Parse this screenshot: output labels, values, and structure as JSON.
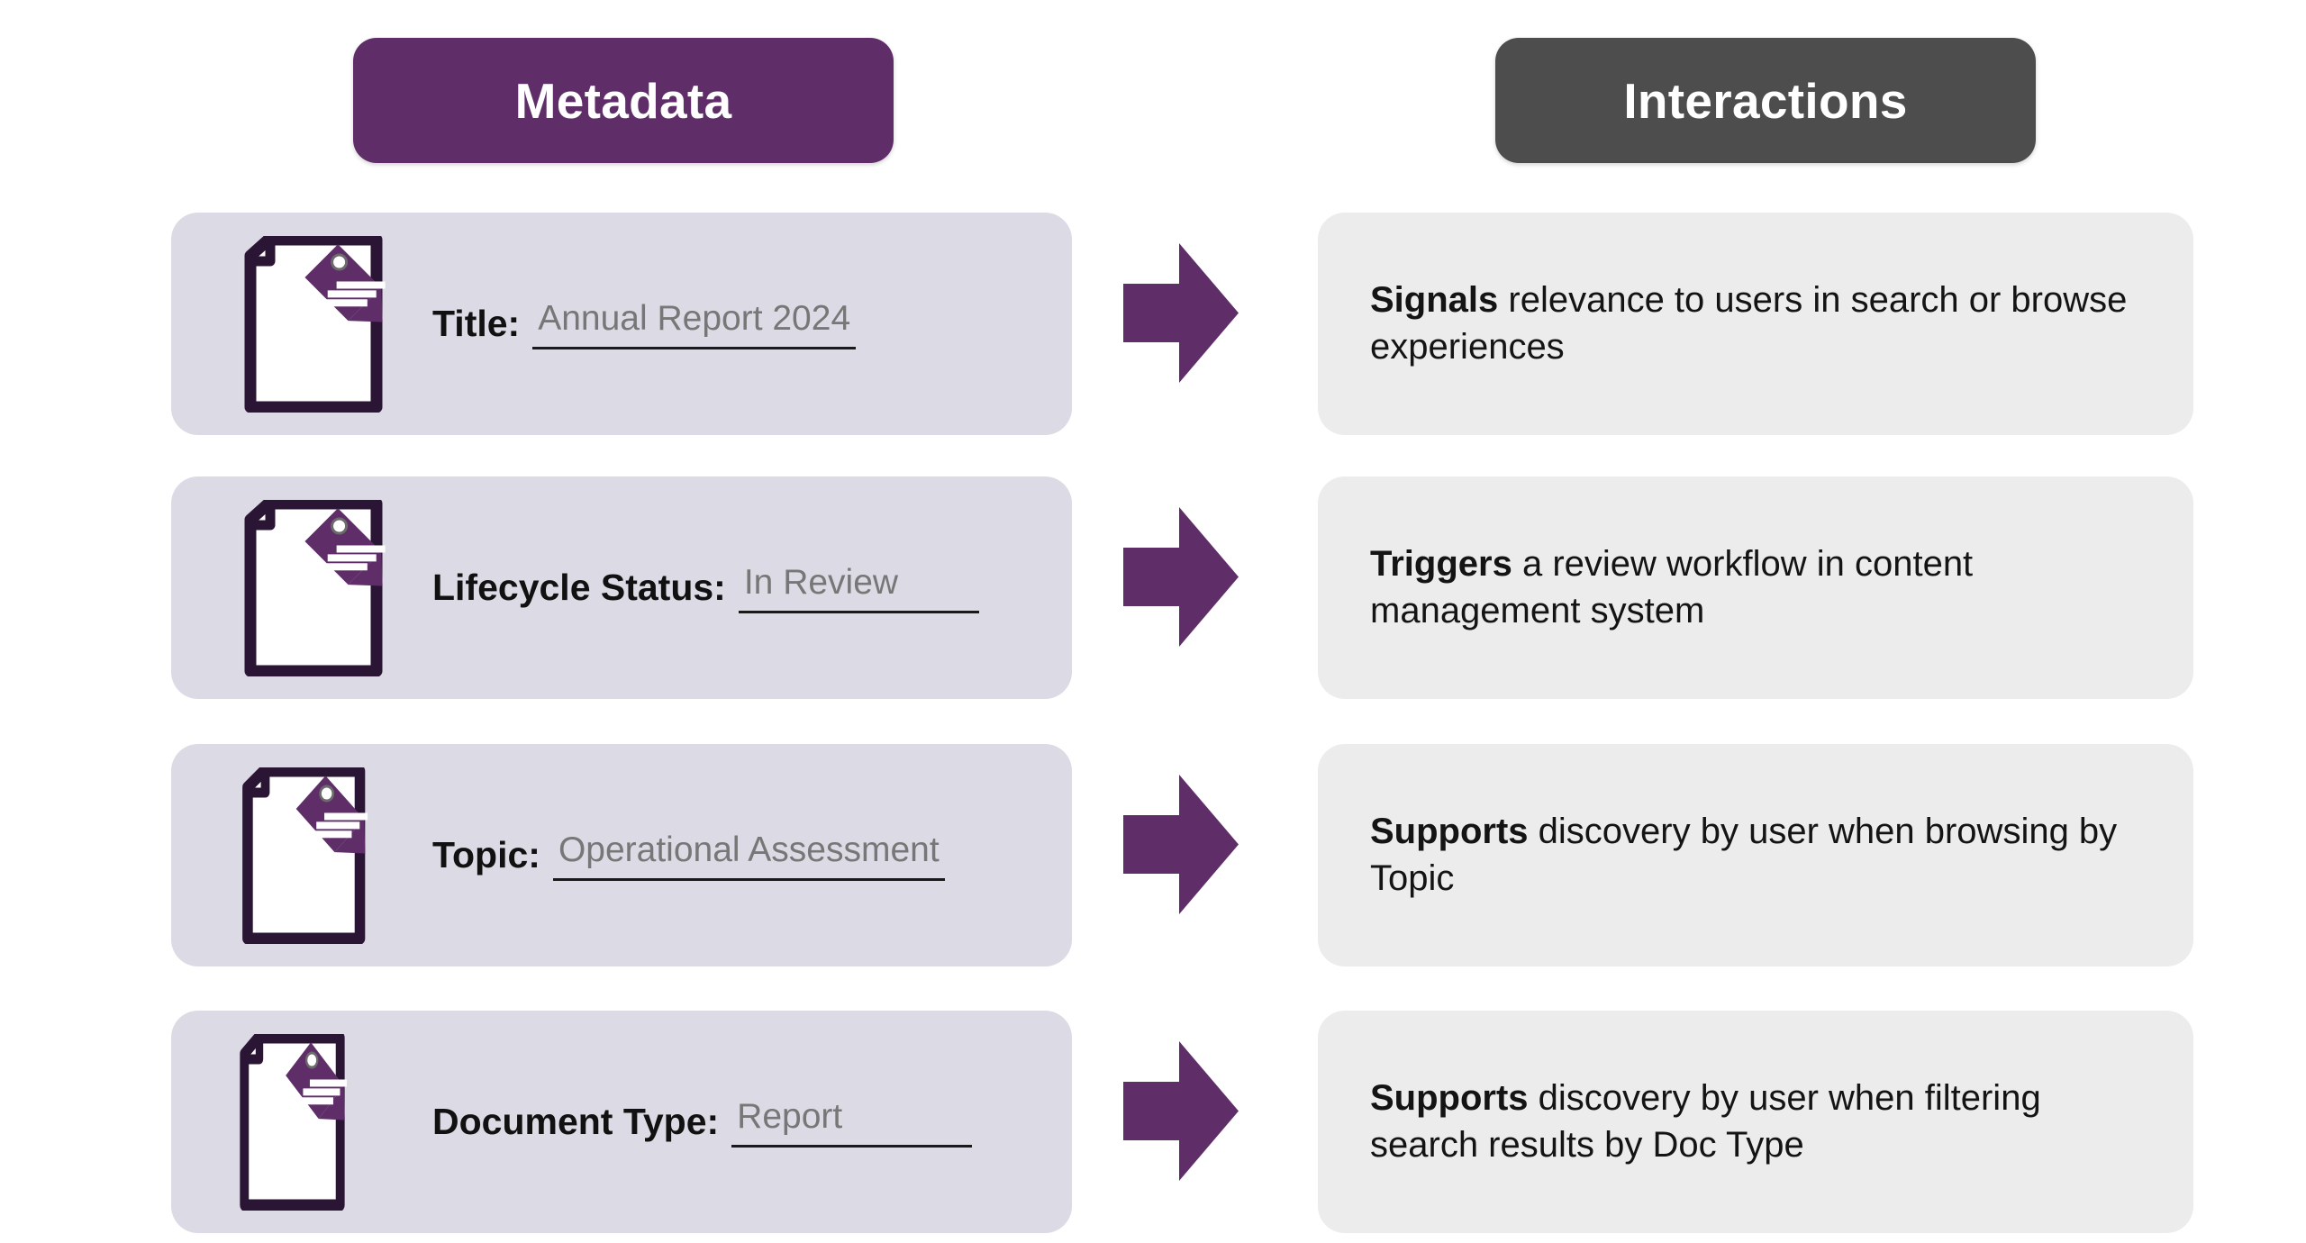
{
  "headers": {
    "metadata": {
      "label": "Metadata",
      "color": "#5f2e69"
    },
    "interactions": {
      "label": "Interactions",
      "color": "#4d4d4d"
    }
  },
  "icons": {
    "document_tag": "document-tag-icon",
    "arrow": "right-arrow-icon"
  },
  "colors": {
    "accent_purple": "#5f2e69",
    "header_gray": "#4d4d4d",
    "metadata_card_bg": "#dcdae4",
    "interaction_card_bg": "#ececec",
    "doc_outline": "#2b1535",
    "value_text": "#777777",
    "page_bg": "#ffffff"
  },
  "rows": [
    {
      "label": "Title:",
      "value": "Annual Report 2024",
      "interaction_bold": "Signals",
      "interaction_rest": " relevance to users in search or browse experiences"
    },
    {
      "label": "Lifecycle Status:",
      "value": "In Review",
      "interaction_bold": "Triggers",
      "interaction_rest": " a review workflow in content management system"
    },
    {
      "label": "Topic:",
      "value": "Operational Assessment",
      "interaction_bold": "Supports",
      "interaction_rest": " discovery by user when browsing by Topic"
    },
    {
      "label": "Document Type:",
      "value": "Report",
      "interaction_bold": "Supports",
      "interaction_rest": " discovery by user when filtering search results by Doc Type"
    }
  ]
}
